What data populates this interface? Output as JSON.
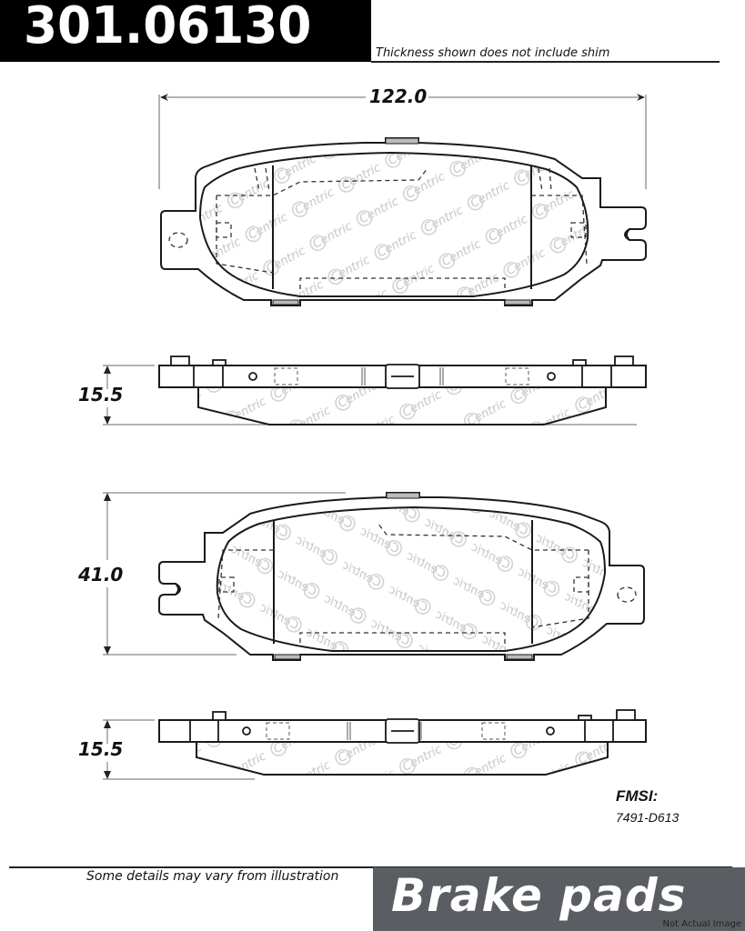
{
  "header": {
    "part_number": "301.06130",
    "shim_note": "Thickness shown does not include shim"
  },
  "dimensions": {
    "width_mm": "122.0",
    "thickness_top_mm": "15.5",
    "height_mm": "41.0",
    "thickness_bottom_mm": "15.5"
  },
  "views": [
    {
      "name": "top-pad-face-view",
      "watermark": "Centric"
    },
    {
      "name": "top-pad-edge-view",
      "watermark": "Centric"
    },
    {
      "name": "bottom-pad-face-view",
      "watermark": "Centric"
    },
    {
      "name": "bottom-pad-edge-view",
      "watermark": "Centric"
    }
  ],
  "fmsi": {
    "label": "FMSI:",
    "value": "7491-D613"
  },
  "footer": {
    "disclaimer": "Some details may vary from illustration",
    "product_type": "Brake pads",
    "image_note": "Not Actual Image"
  },
  "colors": {
    "header_bg": "#000000",
    "banner_bg": "#5a5e62",
    "line": "#1a1a1a",
    "watermark": "#c8c8c8"
  }
}
